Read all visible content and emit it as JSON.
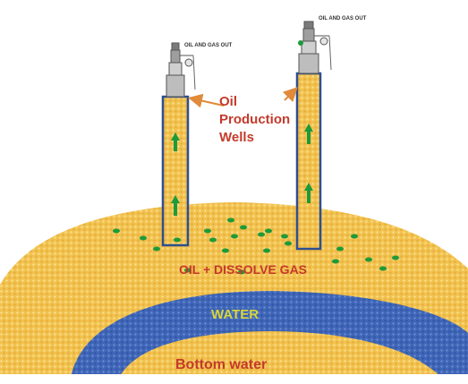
{
  "wellheads": {
    "left_tag": "OIL AND GAS OUT",
    "right_tag": "OIL AND GAS OUT"
  },
  "labels": {
    "production_wells": [
      "Oil",
      "Production",
      "Wells"
    ],
    "oil_zone": "OIL + DISSOLVE GAS",
    "water_zone": "WATER",
    "bottom": "Bottom water"
  },
  "colors": {
    "oil": "#f2c24e",
    "oil_dot": "#f9e39a",
    "water": "#3f66b8",
    "water_dot": "#6f8fd0",
    "well_border": "#2f4f8f",
    "gas_bubble": "#1e9a3a",
    "arrow": "#1e9a3a",
    "label_red": "#c43a2a",
    "label_yellow": "#d8d63a"
  },
  "icons": [
    "wellhead-valve-icon",
    "flow-up-arrow-icon",
    "gas-bubble-icon",
    "callout-arrow-icon"
  ]
}
